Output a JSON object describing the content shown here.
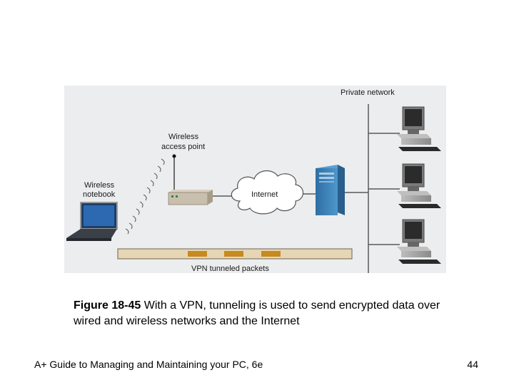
{
  "diagram": {
    "labels": {
      "private_network": "Private network",
      "wireless_access_point_line1": "Wireless",
      "wireless_access_point_line2": "access point",
      "wireless_notebook_line1": "Wireless",
      "wireless_notebook_line2": "notebook",
      "internet": "Internet",
      "vpn_tunneled_packets": "VPN tunneled packets"
    },
    "colors": {
      "background": "#ecedef",
      "line": "#5a5a5a",
      "server": "#3d83b8",
      "tunnel": "#e6d6b4",
      "packet": "#c88a1e",
      "laptop_screen": "#2d69b0"
    }
  },
  "caption": {
    "figure_number": "Figure 18-45",
    "text": " With a VPN, tunneling is used to send encrypted data over wired and wireless networks and the Internet"
  },
  "footer": {
    "book_title": "A+ Guide to Managing and Maintaining your PC, 6e",
    "page_number": "44"
  }
}
